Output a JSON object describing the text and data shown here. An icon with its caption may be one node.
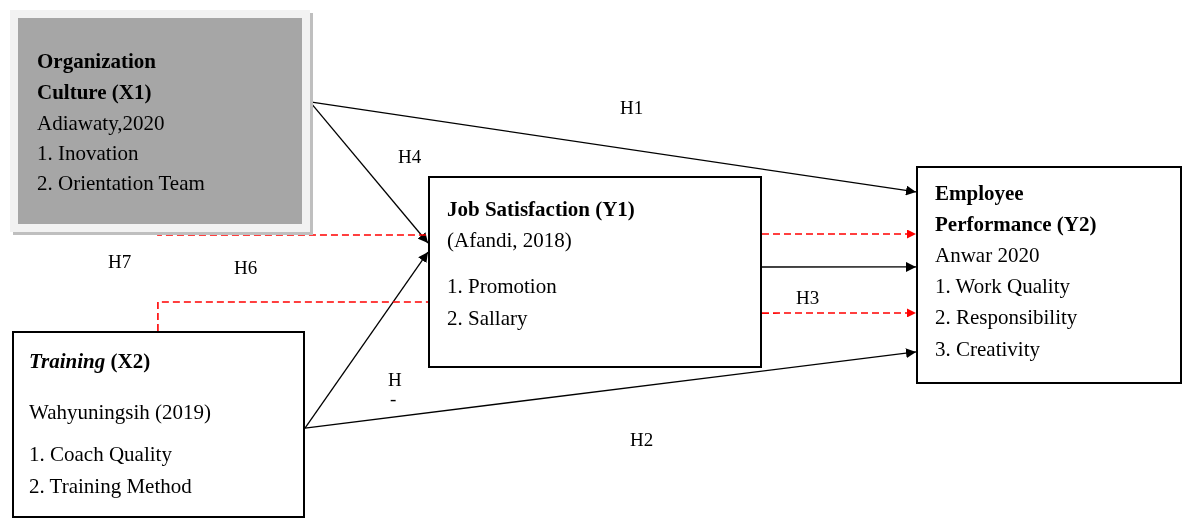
{
  "diagram": {
    "nodes": [
      {
        "text": [
          "Organization Culture (X1)",
          "Adiawaty,2020",
          "1. Inovation",
          "2. Orientation Team"
        ]
      },
      {
        "text": [
          "Job Satisfaction (Y1)",
          "(Afandi, 2018)",
          "1. Promotion",
          "2. Sallary"
        ]
      },
      {
        "text": [
          "Employee Performance (Y2)",
          "Anwar 2020",
          "1. Work Quality",
          "2. Responsibility",
          "3. Creativity"
        ]
      },
      {
        "text": [
          "*Training* (X2)",
          "Wahyuningsih (2019)",
          "1. Coach Quality",
          "2. Training Method"
        ]
      }
    ],
    "edges": [
      {
        "from": 0,
        "to": 2,
        "arrow": "to",
        "label": "H1"
      },
      {
        "from": 0,
        "to": 1,
        "arrow": "to",
        "label": "H4"
      },
      {
        "from": 3,
        "to": 1,
        "arrow": "to"
      },
      {
        "from": 3,
        "to": 2,
        "arrow": "to",
        "label": "H2"
      },
      {
        "from": 1,
        "to": 2,
        "arrow": "to"
      },
      {
        "from": 0,
        "to": 1,
        "arrow": "none",
        "style": "dashed",
        "color": "#ff0000"
      },
      {
        "from": 1,
        "to": 2,
        "arrow": "to",
        "style": "dashed",
        "color": "#ff0000"
      },
      {
        "from": 3,
        "to": 1,
        "arrow": "none",
        "style": "dashed",
        "color": "#ff0000"
      },
      {
        "from": 1,
        "to": 2,
        "arrow": "to",
        "style": "dashed",
        "color": "#ff0000"
      }
    ],
    "labels": [
      "H7",
      "H6",
      "H3",
      "H",
      "-"
    ]
  }
}
